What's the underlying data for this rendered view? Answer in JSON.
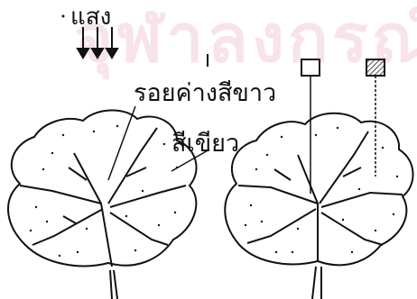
{
  "labels": {
    "light": "แสง",
    "dew_trace": "รอยค่างสีขาว",
    "green": "สีเขียว"
  },
  "watermark": "จุฬาลงกรณ์",
  "colors": {
    "ink": "#111111",
    "watermark": "#f3c8d3",
    "background": "#ffffff"
  }
}
